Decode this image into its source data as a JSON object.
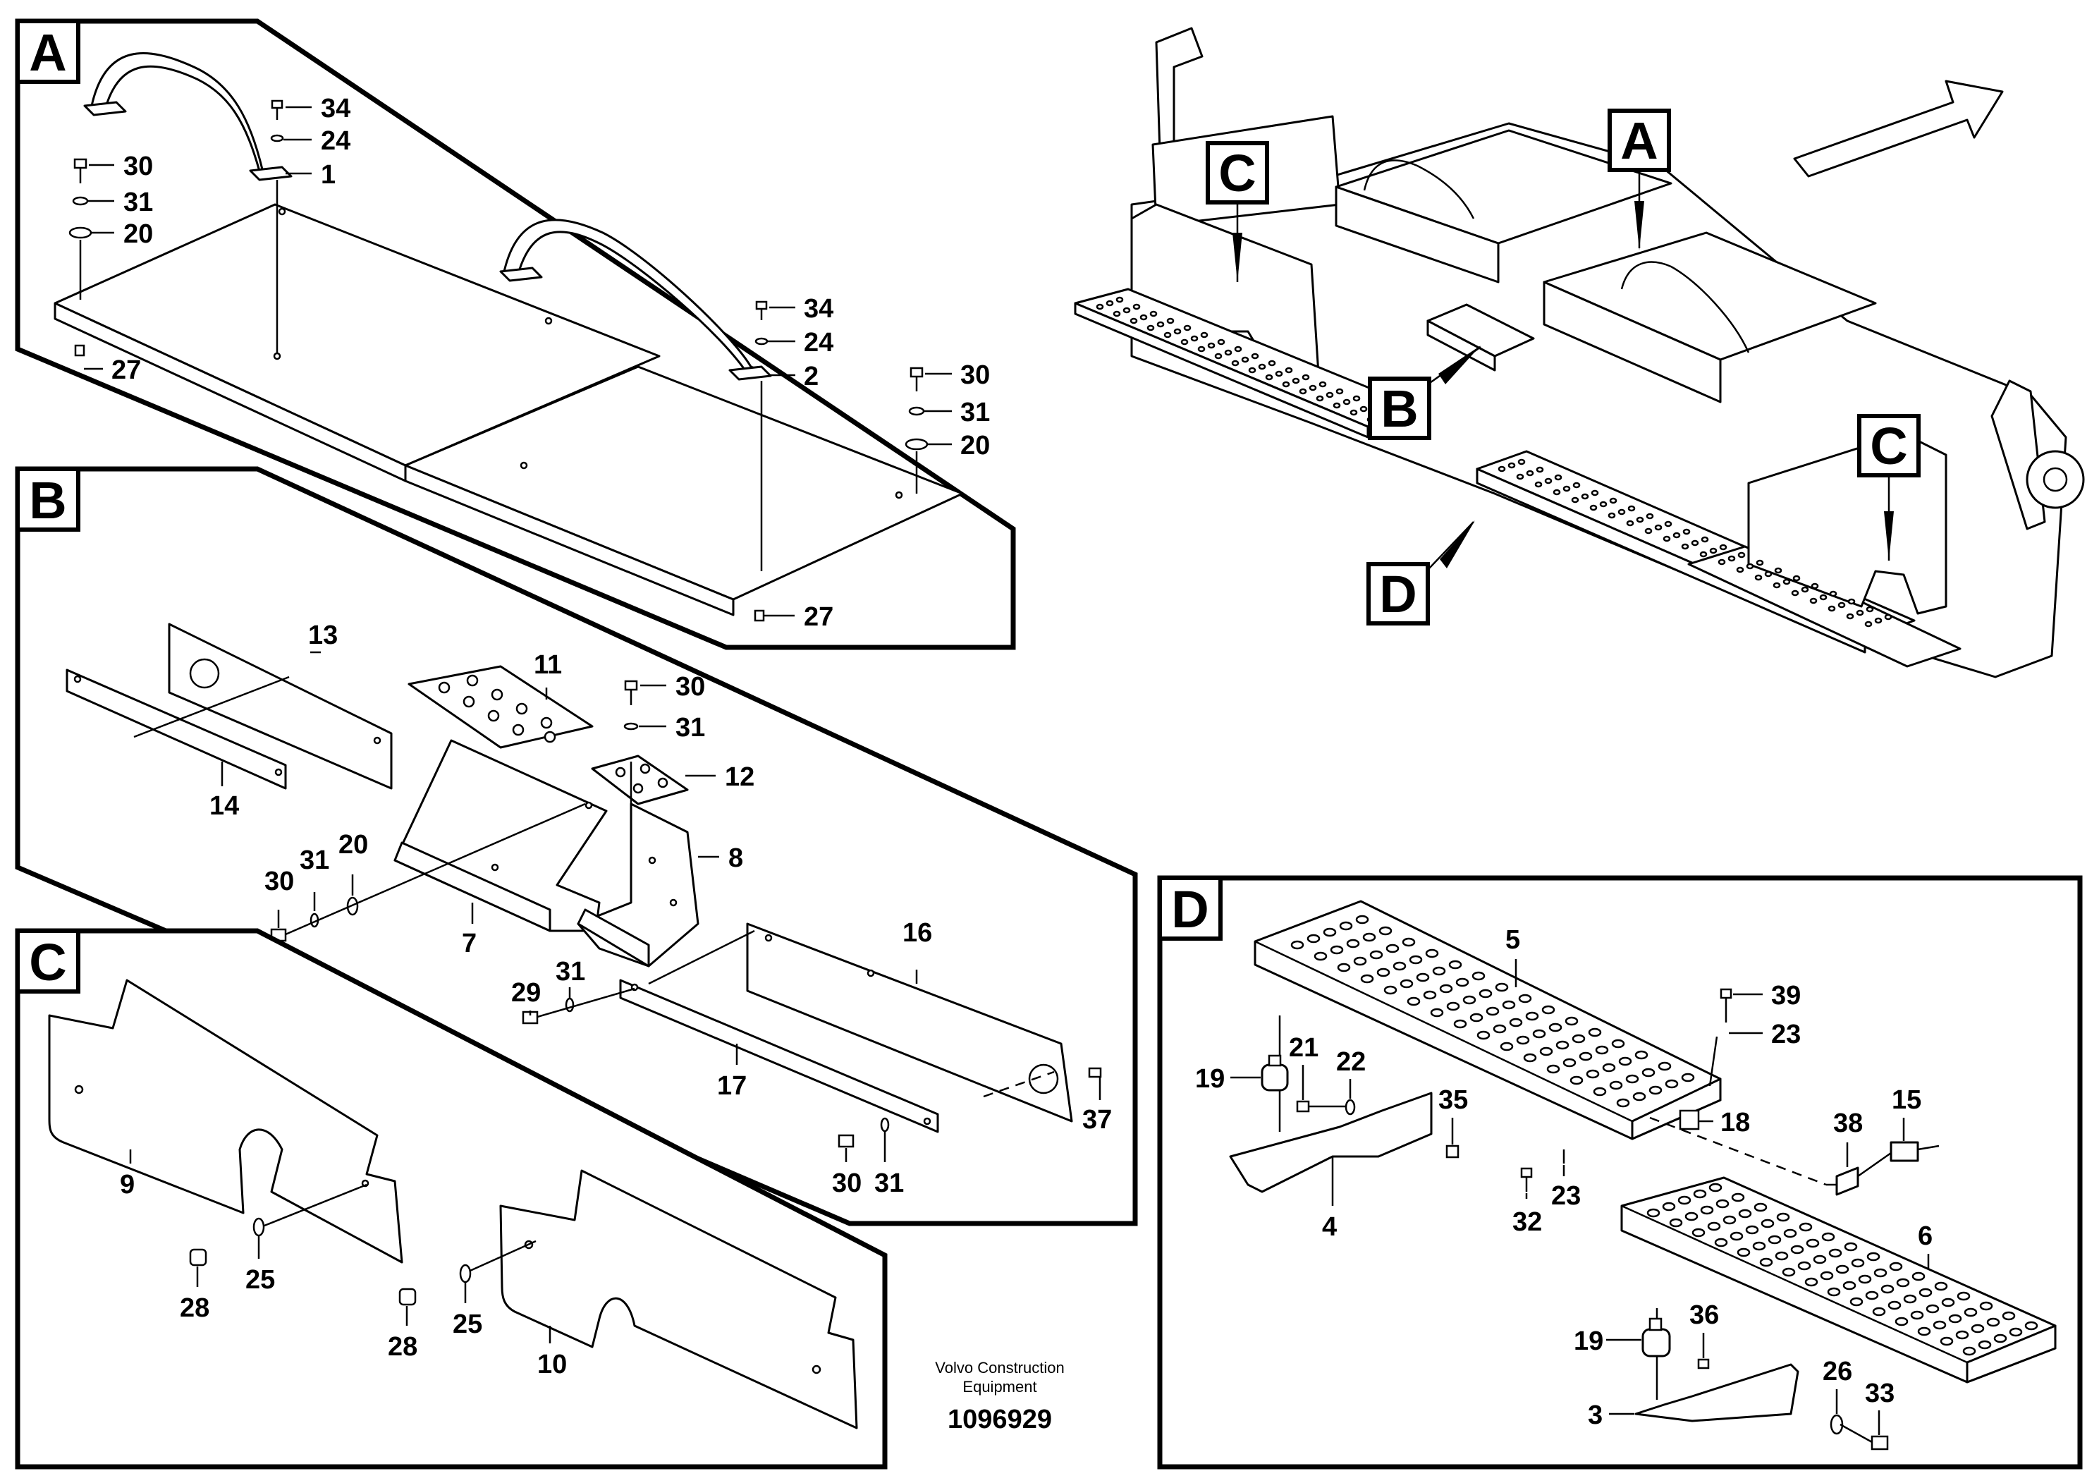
{
  "sections": {
    "A": "A",
    "B": "B",
    "C": "C",
    "D": "D"
  },
  "overview_labels": {
    "c_left": "C",
    "a": "A",
    "b": "B",
    "c_right": "C",
    "d": "D"
  },
  "callouts": {
    "A": [
      "34",
      "24",
      "1",
      "30",
      "31",
      "20",
      "27",
      "34",
      "24",
      "2",
      "30",
      "31",
      "20",
      "27"
    ],
    "B": [
      "13",
      "14",
      "11",
      "30",
      "31",
      "12",
      "8",
      "20",
      "31",
      "30",
      "7",
      "16",
      "31",
      "29",
      "17",
      "37",
      "30",
      "31"
    ],
    "C": [
      "9",
      "25",
      "28",
      "28",
      "25",
      "10"
    ],
    "D": [
      "5",
      "39",
      "23",
      "21",
      "22",
      "19",
      "35",
      "18",
      "15",
      "38",
      "4",
      "32",
      "23",
      "6",
      "19",
      "36",
      "26",
      "33",
      "3"
    ]
  },
  "credit": {
    "line1": "Volvo Construction",
    "line2": "Equipment",
    "doc_number": "1096929"
  }
}
